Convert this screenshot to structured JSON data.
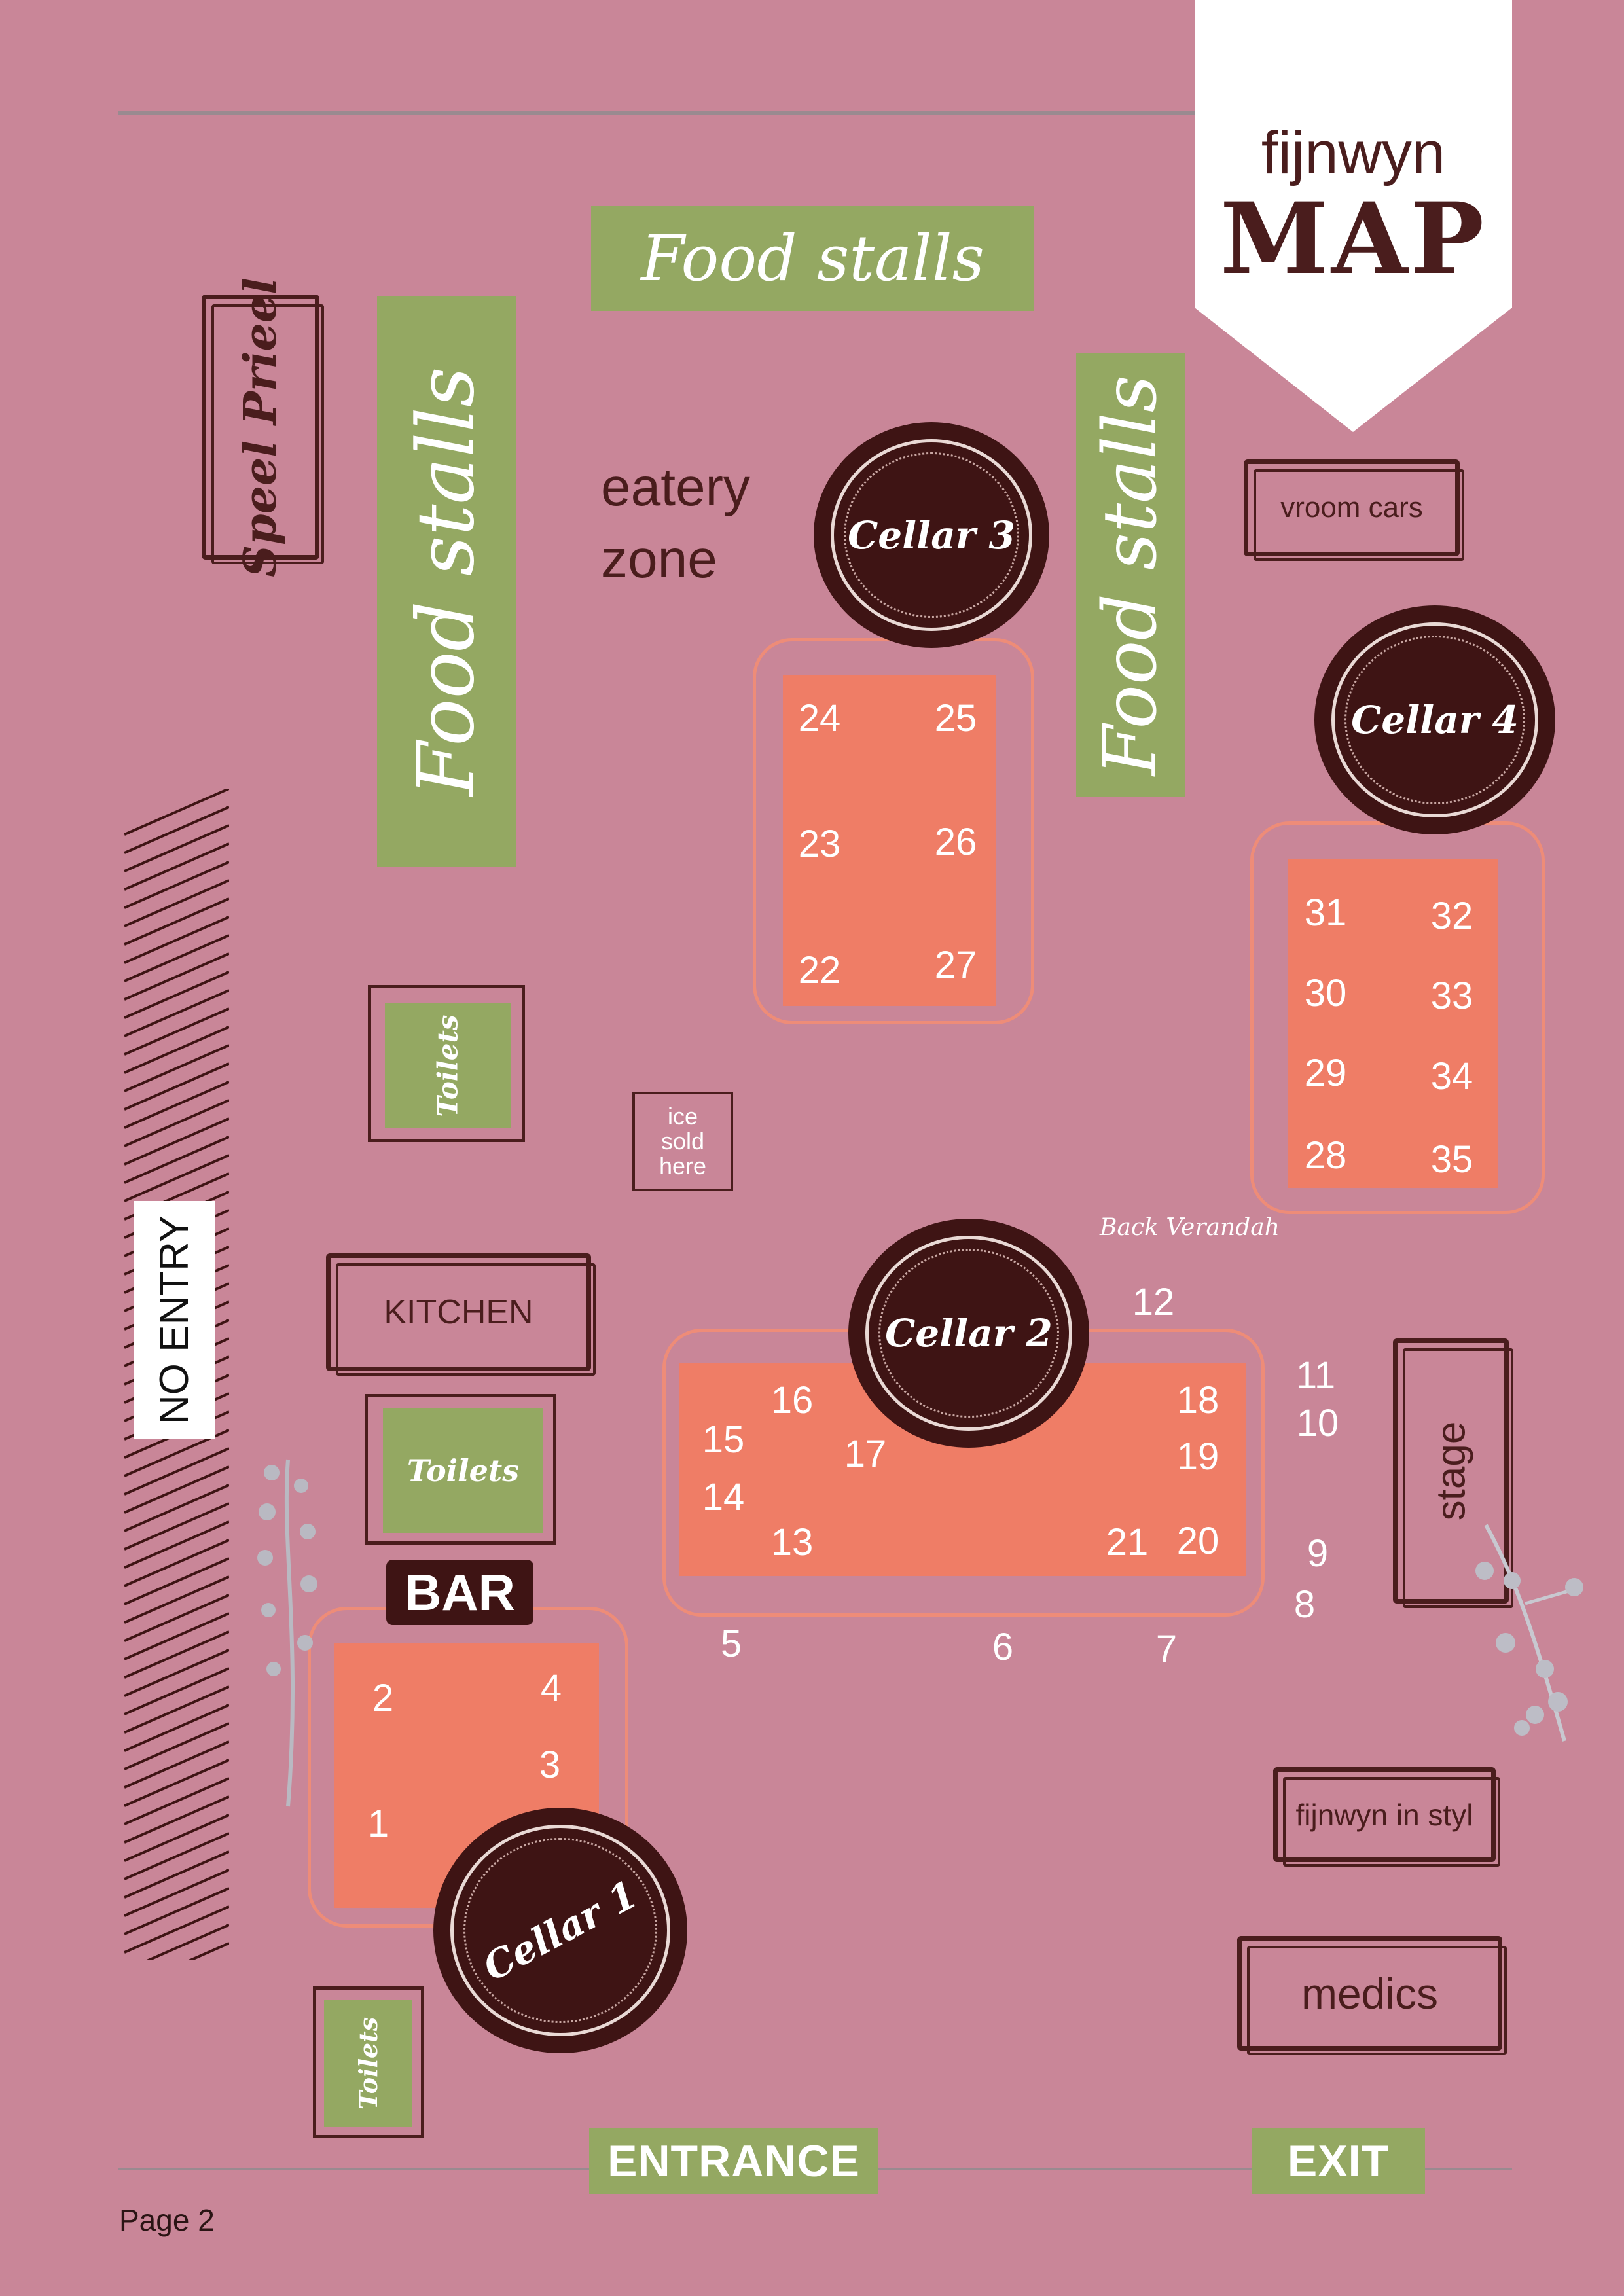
{
  "title": {
    "line1": "fijnwyn",
    "line2": "MAP"
  },
  "labels": {
    "food_stalls_top": "Food stalls",
    "food_stalls_left": "Food stalls",
    "food_stalls_right": "Food stalls",
    "speel_prieel": "Speel Prieel",
    "eatery_zone_line1": "eatery",
    "eatery_zone_line2": "zone",
    "vroom_cars": "vroom cars",
    "ice_line1": "ice",
    "ice_line2": "sold",
    "ice_line3": "here",
    "back_verandah": "Back Verandah",
    "no_entry": "NO ENTRY",
    "kitchen": "KITCHEN",
    "toilets": "Toilets",
    "bar": "BAR",
    "stage": "stage",
    "fijnwyn_in_styl": "fijnwyn in styl",
    "medics": "medics",
    "entrance": "ENTRANCE",
    "exit": "EXIT",
    "page": "Page 2"
  },
  "cellars": {
    "c1": "Cellar 1",
    "c2": "Cellar 2",
    "c3": "Cellar 3",
    "c4": "Cellar 4"
  },
  "stand_numbers": {
    "n1": "1",
    "n2": "2",
    "n3": "3",
    "n4": "4",
    "n5": "5",
    "n6": "6",
    "n7": "7",
    "n8": "8",
    "n9": "9",
    "n10": "10",
    "n11": "11",
    "n12": "12",
    "n13": "13",
    "n14": "14",
    "n15": "15",
    "n16": "16",
    "n17": "17",
    "n18": "18",
    "n19": "19",
    "n20": "20",
    "n21": "21",
    "n22": "22",
    "n23": "23",
    "n24": "24",
    "n25": "25",
    "n26": "26",
    "n27": "27",
    "n28": "28",
    "n29": "29",
    "n30": "30",
    "n31": "31",
    "n32": "32",
    "n33": "33",
    "n34": "34",
    "n35": "35"
  },
  "colors": {
    "background": "#c98698",
    "green": "#94a862",
    "stand": "#ef7d66",
    "dark": "#3e1414"
  }
}
